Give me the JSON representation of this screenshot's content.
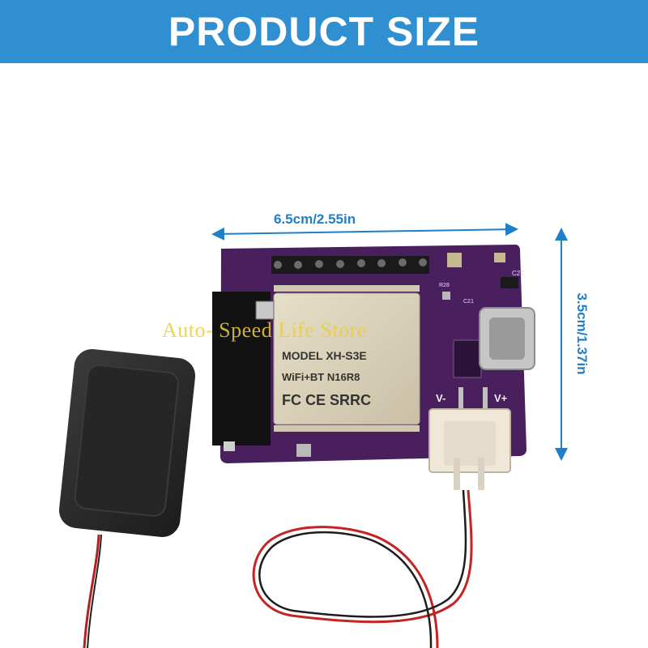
{
  "banner": {
    "title": "PRODUCT SIZE"
  },
  "dimensions": {
    "width_label": "6.5cm/2.55in",
    "height_label": "3.5cm/1.37in"
  },
  "module": {
    "model_line": "MODEL  XH-S3E",
    "wifi_line": "WiFi+BT   N16R8",
    "cert_line": "FC CE SRRC"
  },
  "connector_labels": {
    "minus": "V-",
    "plus": "V+"
  },
  "silkscreen": {
    "c22": "C22",
    "r28": "R28",
    "c21": "C21"
  },
  "watermark": "Auto- Speed Life Store",
  "colors": {
    "banner": "#2f8fd0",
    "dimension": "#1f7fc8",
    "pcb": "#4a1f5e",
    "speaker": "#2a2a2a"
  }
}
